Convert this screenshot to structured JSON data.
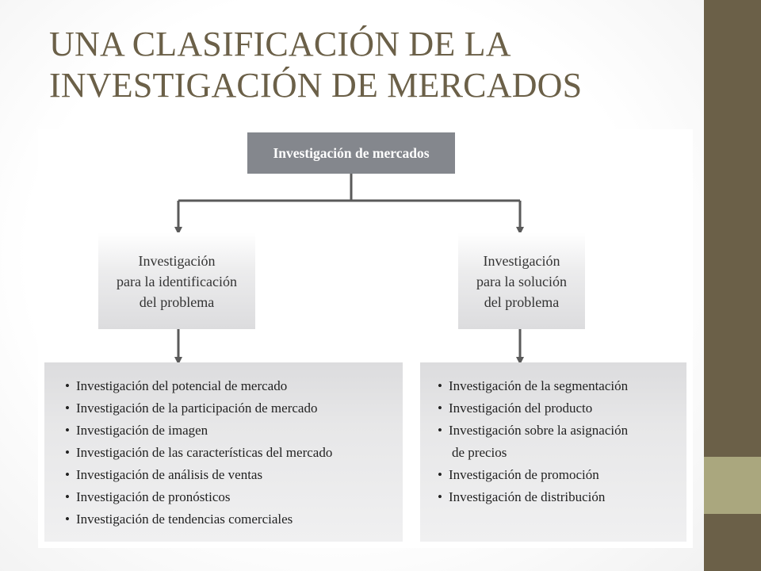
{
  "slide": {
    "title_lines": [
      "UNA CLASIFICACIÓN DE LA",
      "INVESTIGACIÓN DE MERCADOS"
    ],
    "colors": {
      "title": "#6b6048",
      "band": "#6b6048",
      "band_accent": "#aaa77e",
      "top_box": "#84878d",
      "arrow": "#5a5a5a"
    }
  },
  "diagram": {
    "root": "Investigación de mercados",
    "left_branch": {
      "heading_lines": [
        "Investigación",
        "para la identificación",
        "del problema"
      ],
      "items": [
        "Investigación del potencial de mercado",
        "Investigación de la participación de mercado",
        "Investigación de imagen",
        "Investigación de las características del mercado",
        "Investigación de análisis de ventas",
        "Investigación de pronósticos",
        "Investigación de tendencias comerciales"
      ]
    },
    "right_branch": {
      "heading_lines": [
        "Investigación",
        "para la solución",
        "del problema"
      ],
      "items": [
        "Investigación de la segmentación",
        "Investigación del producto",
        "Investigación sobre la asignación",
        "de precios",
        "Investigación de promoción",
        "Investigación de distribución"
      ]
    }
  }
}
